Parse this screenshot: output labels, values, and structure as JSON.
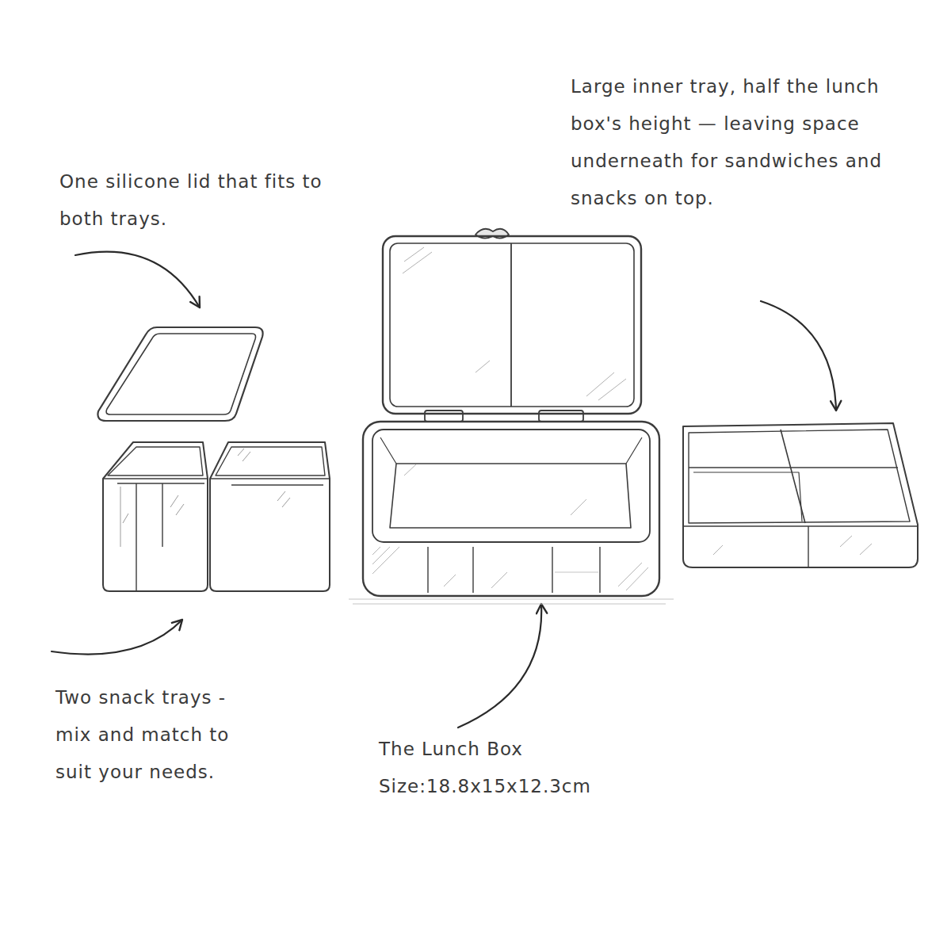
{
  "diagram": {
    "labels": [
      "One silicone lid that fits to both trays.",
      "Large inner tray, half the lunch box's height — leaving space underneath for sandwiches and snacks on top.",
      "Two snack trays - mix and match to suit your needs.",
      "The Lunch Box",
      "Size:18.8x15x12.3cm"
    ]
  }
}
